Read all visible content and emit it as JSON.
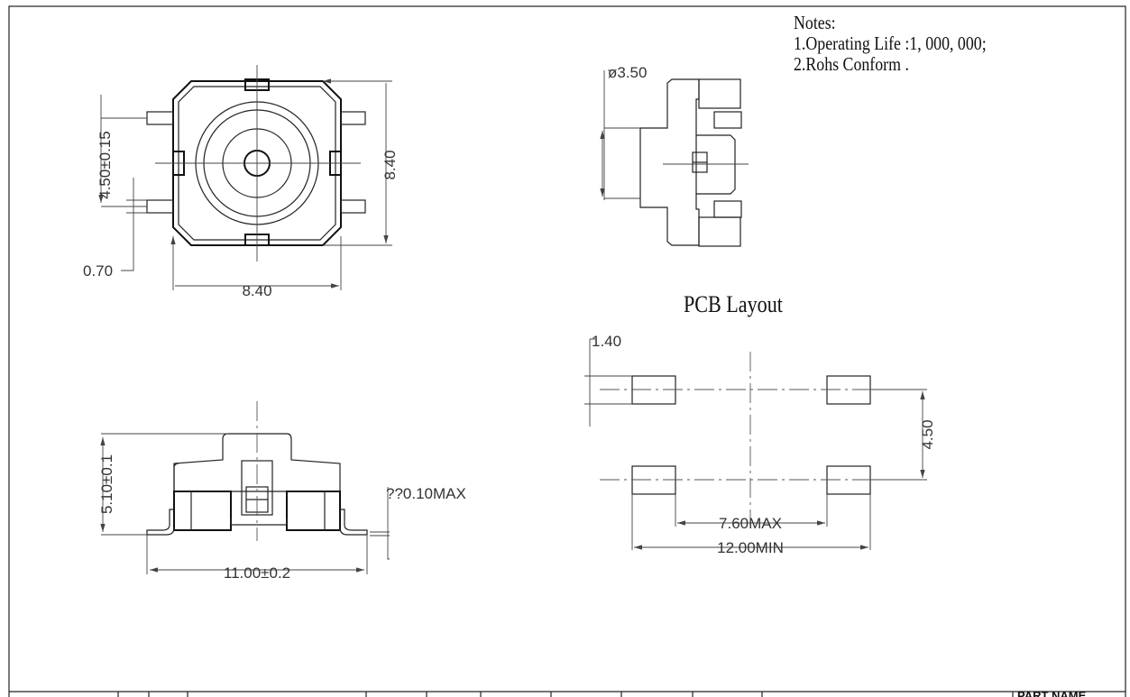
{
  "notes": {
    "title": "Notes:",
    "items": [
      "1.Operating Life :1, 000, 000;",
      "2.Rohs Conform ."
    ]
  },
  "pcb_layout_title": "PCB Layout",
  "dimensions": {
    "top_pitch": "4.50±0.15",
    "lead_width": "0.70",
    "body_width": "8.40",
    "body_height": "8.40",
    "button_diameter": "ø3.50",
    "total_height": "5.10±0.1",
    "coplanarity": "??0.10MAX",
    "lead_span": "11.00±0.2",
    "pad_height": "1.40",
    "pad_pitch": "4.50",
    "inner_span": "7.60MAX",
    "outer_span": "12.00MIN"
  },
  "title_block": {
    "part_name_label": "PART NAME"
  }
}
